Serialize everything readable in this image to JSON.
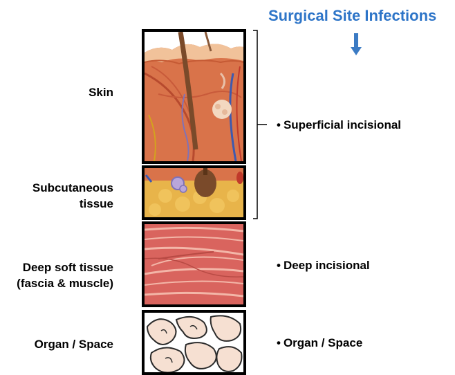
{
  "header": {
    "title": "Surgical Site Infections"
  },
  "layers": [
    {
      "label_line1": "Skin",
      "label_line2": ""
    },
    {
      "label_line1": "Subcutaneous",
      "label_line2": "tissue"
    },
    {
      "label_line1": "Deep soft tissue",
      "label_line2": "(fascia & muscle)"
    },
    {
      "label_line1": "Organ / Space",
      "label_line2": ""
    }
  ],
  "categories": [
    {
      "bullet": "•",
      "label": "Superficial incisional"
    },
    {
      "bullet": "•",
      "label": "Deep incisional"
    },
    {
      "bullet": "•",
      "label": "Organ / Space"
    }
  ],
  "colors": {
    "title": "#2e75c8",
    "arrow": "#3b7bc4",
    "skin_top": "#e8a77a",
    "dermis": "#d9734a",
    "fat": "#e8b44a",
    "muscle": "#d9645e",
    "organ": "#f6e0d2"
  },
  "icons": [
    "down-arrow-icon",
    "bracket-icon"
  ]
}
